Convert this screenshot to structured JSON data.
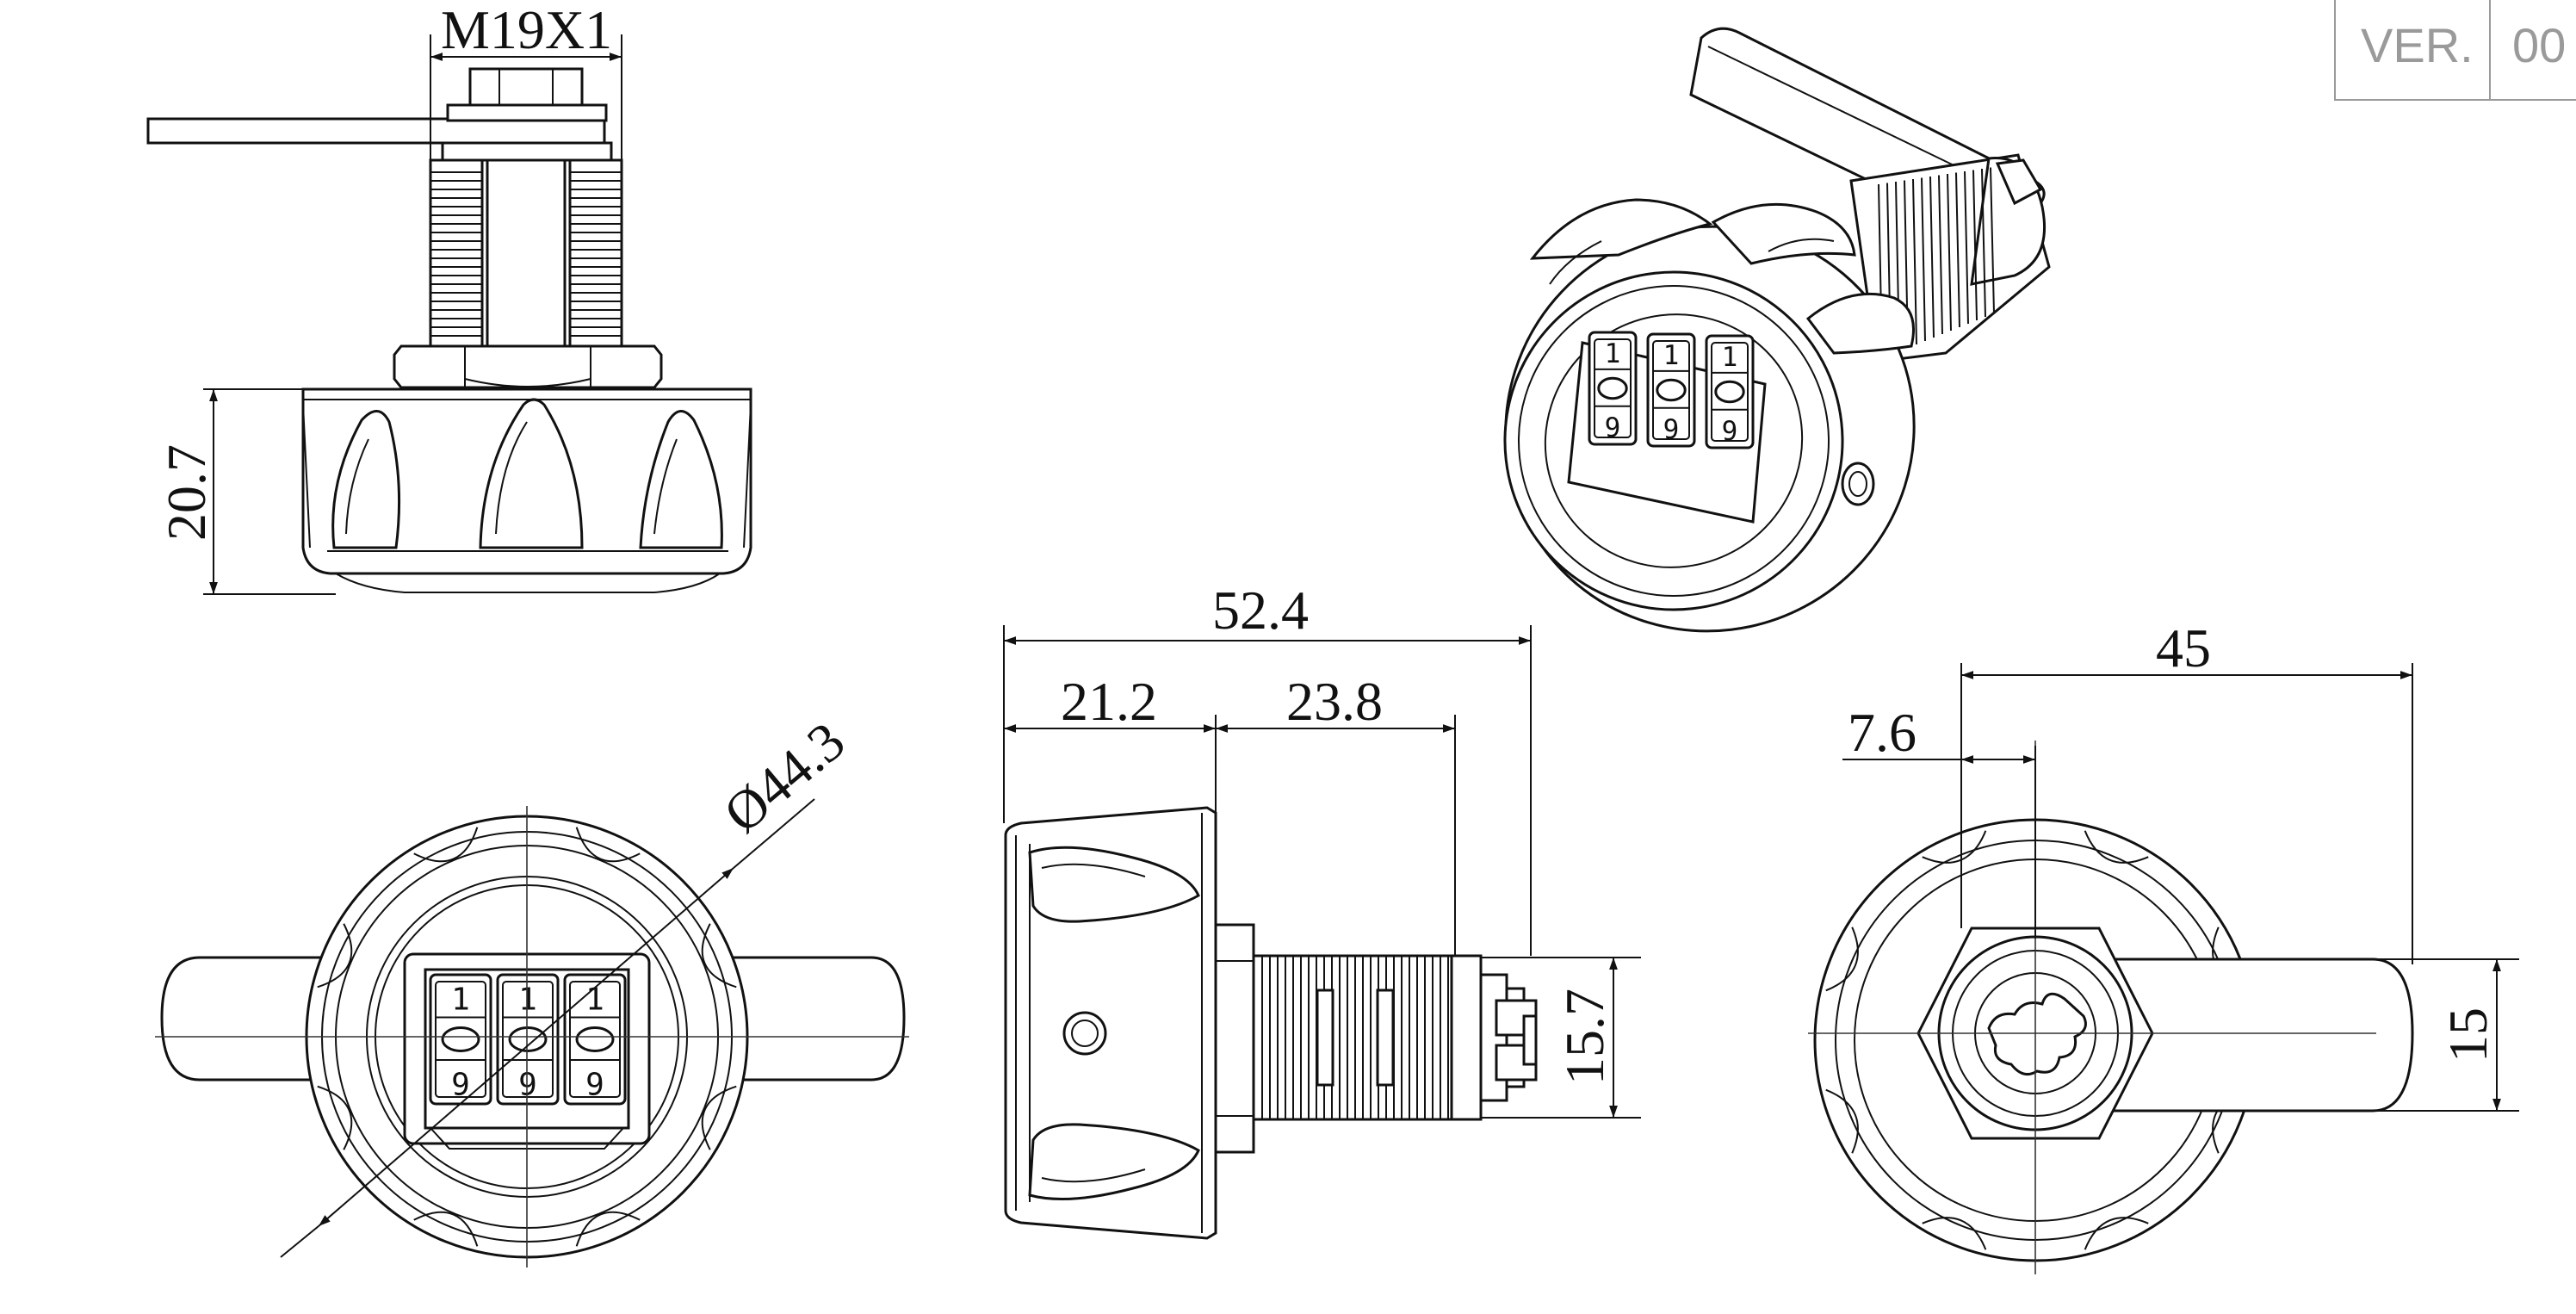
{
  "title_block": {
    "ver_label": "VER.",
    "ver_value": "00"
  },
  "dimensions": {
    "thread": "M19X1",
    "body_height": "20.7",
    "diameter": "Ø44.3",
    "overall_length": "52.4",
    "knob_depth": "21.2",
    "shank_length": "23.8",
    "shank_height": "15.7",
    "cam_length": "45",
    "cam_offset": "7.6",
    "cam_width": "15"
  },
  "dials": {
    "top_digit": "1",
    "center_digit": "0",
    "bottom_digit": "9"
  },
  "colors": {
    "line": "#111111",
    "title_block": "#9a9a9a",
    "background": "#ffffff"
  }
}
